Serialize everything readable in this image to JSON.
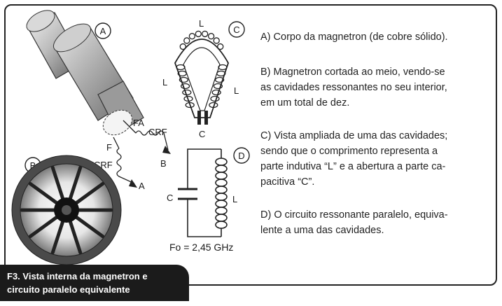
{
  "figure": {
    "caption_line1": "F3. Vista interna da magnetron e",
    "caption_line2": "circuito paralelo equivalente"
  },
  "labels": {
    "panel_a": "A",
    "panel_b": "B",
    "panel_c": "C",
    "panel_d": "D",
    "fa": "FA",
    "f": "F",
    "crf_upper": "CRF",
    "crf_lower": "CRF",
    "arrow_b": "B",
    "arrow_a": "A",
    "l_top": "L",
    "l_left": "L",
    "l_right": "L",
    "c_gap": "C",
    "c_capacitor": "C",
    "l_inductor": "L",
    "frequency": "Fo = 2,45 GHz"
  },
  "descriptions": [
    {
      "id": "a",
      "lines": [
        "A) Corpo da magnetron (de cobre sólido)."
      ]
    },
    {
      "id": "b",
      "lines": [
        "B) Magnetron cortada ao meio, vendo-se",
        "as cavidades ressonantes no seu interior,",
        "em um total de dez."
      ]
    },
    {
      "id": "c",
      "lines": [
        "C) Vista ampliada de uma das cavidades;",
        "sendo que o comprimento  representa a",
        "parte indutiva “L” e a abertura a parte ca-",
        "pacitiva “C”."
      ]
    },
    {
      "id": "d",
      "lines": [
        "D) O circuito ressonante paralelo, equiva-",
        "lente a uma das cavidades."
      ]
    }
  ],
  "colors": {
    "ink": "#1a1a1a",
    "caption_bg": "#1b1b1b"
  }
}
